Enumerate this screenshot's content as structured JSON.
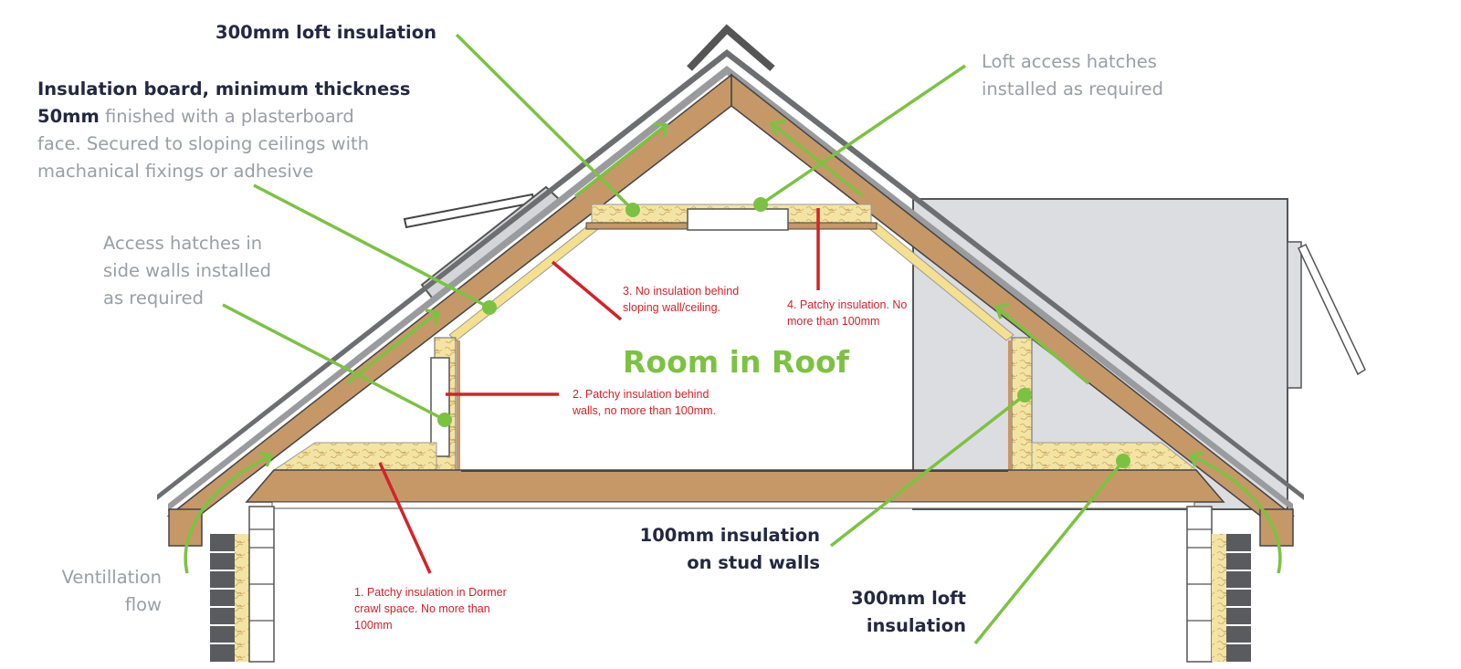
{
  "title": "Room in Roof",
  "labels": {
    "loft_top": "300mm loft insulation",
    "board_bold": "Insulation board, minimum thickness",
    "board_bold2": "50mm",
    "board_rest1": " finished with a plasterboard",
    "board_rest2": "face. Secured to sloping ceilings with",
    "board_rest3": "machanical fixings or adhesive",
    "access_side_1": "Access hatches in",
    "access_side_2": "side walls installed",
    "access_side_3": "as required",
    "loft_hatch_1": "Loft access hatches",
    "loft_hatch_2": "installed as required",
    "vent_1": "Ventillation",
    "vent_2": "flow",
    "stud_1": "100mm insulation",
    "stud_2": "on stud walls",
    "loft_bottom_1": "300mm loft",
    "loft_bottom_2": "insulation"
  },
  "issues": {
    "i1_l1": "1.  Patchy insulation in Dormer",
    "i1_l2": "crawl space.  No more than",
    "i1_l3": "100mm",
    "i2_l1": "2. Patchy insulation behind",
    "i2_l2": "walls, no more than 100mm.",
    "i3_l1": "3.  No insulation behind",
    "i3_l2": "sloping wall/ceiling.",
    "i4_l1": "4.  Patchy insulation. No",
    "i4_l2": "more than 100mm"
  },
  "colors": {
    "timber": "#c69868",
    "insulation": "#f4e4a4",
    "pointer_green": "#7cc242",
    "issue_red": "#d2232a",
    "roof_tile": "#6d6e71",
    "dark_text": "#232842",
    "grey_text": "#9a9ea5"
  }
}
